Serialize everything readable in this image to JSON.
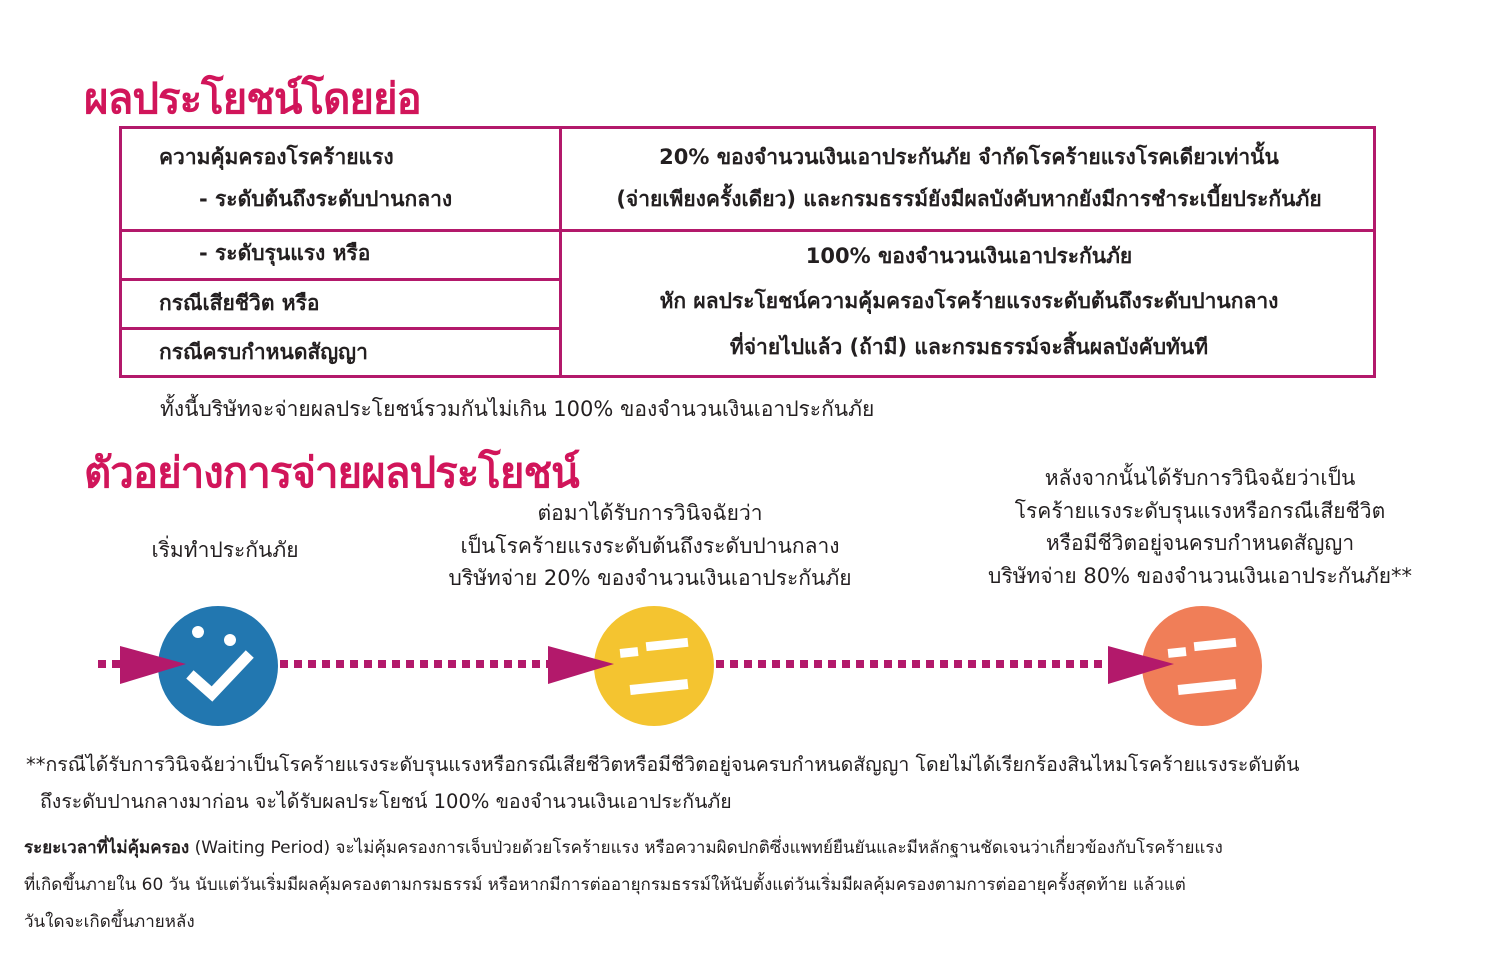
{
  "summary": {
    "title": "ผลประโยชน์โดยย่อ",
    "rows": [
      {
        "left_line1": "ความคุ้มครองโรคร้ายแรง",
        "left_line2": "- ระดับต้นถึงระดับปานกลาง",
        "right_line1": "20% ของจำนวนเงินเอาประกันภัย จำกัดโรคร้ายแรงโรคเดียวเท่านั้น",
        "right_line2": "(จ่ายเพียงครั้งเดียว) และกรมธรรม์ยังมีผลบังคับหากยังมีการชำระเบี้ยประกันภัย"
      },
      {
        "left_items": [
          "- ระดับรุนแรง หรือ",
          "กรณีเสียชีวิต หรือ",
          "กรณีครบกำหนดสัญญา"
        ],
        "right_line1": "100% ของจำนวนเงินเอาประกันภัย",
        "right_line2": "หัก ผลประโยชน์ความคุ้มครองโรคร้ายแรงระดับต้นถึงระดับปานกลาง",
        "right_line3": "ที่จ่ายไปแล้ว (ถ้ามี) และกรมธรรม์จะสิ้นผลบังคับทันที"
      }
    ],
    "footnote": "ทั้งนี้บริษัทจะจ่ายผลประโยชน์รวมกันไม่เกิน 100% ของจำนวนเงินเอาประกันภัย"
  },
  "example": {
    "title": "ตัวอย่างการจ่ายผลประโยชน์",
    "steps": [
      {
        "lines": [
          "เริ่มทำประกันภัย"
        ],
        "face_color": "#2277b0",
        "icon": "smiley-face-icon"
      },
      {
        "lines": [
          "ต่อมาได้รับการวินิจฉัยว่า",
          "เป็นโรคร้ายแรงระดับต้นถึงระดับปานกลาง",
          "บริษัทจ่าย 20% ของจำนวนเงินเอาประกันภัย"
        ],
        "face_color": "#f4c430",
        "icon": "neutral-face-icon"
      },
      {
        "lines": [
          "หลังจากนั้นได้รับการวินิจฉัยว่าเป็น",
          "โรคร้ายแรงระดับรุนแรงหรือกรณีเสียชีวิต",
          "หรือมีชีวิตอยู่จนครบกำหนดสัญญา",
          "บริษัทจ่าย 80% ของจำนวนเงินเอาประกันภัย**"
        ],
        "face_color": "#f07e58",
        "icon": "neutral-face-icon"
      }
    ],
    "arrow_color": "#b3196b"
  },
  "notes": {
    "asterisk_line1": "**กรณีได้รับการวินิจฉัยว่าเป็นโรคร้ายแรงระดับรุนแรงหรือกรณีเสียชีวิตหรือมีชีวิตอยู่จนครบกำหนดสัญญา โดยไม่ได้เรียกร้องสินไหมโรคร้ายแรงระดับต้น",
    "asterisk_line2": "ถึงระดับปานกลางมาก่อน จะได้รับผลประโยชน์ 100% ของจำนวนเงินเอาประกันภัย",
    "waiting_label": "ระยะเวลาที่ไม่คุ้มครอง",
    "waiting_en": "(Waiting Period)",
    "waiting_rest1": "จะไม่คุ้มครองการเจ็บป่วยด้วยโรคร้ายแรง หรือความผิดปกติซึ่งแพทย์ยืนยันและมีหลักฐานชัดเจนว่าเกี่ยวข้องกับโรคร้ายแรง",
    "waiting_line2": "ที่เกิดขึ้นภายใน 60 วัน นับแต่วันเริ่มมีผลคุ้มครองตามกรมธรรม์ หรือหากมีการต่ออายุกรมธรรม์ให้นับตั้งแต่วันเริ่มมีผลคุ้มครองตามการต่ออายุครั้งสุดท้าย แล้วแต่",
    "waiting_line3": "วันใดจะเกิดขึ้นภายหลัง"
  }
}
